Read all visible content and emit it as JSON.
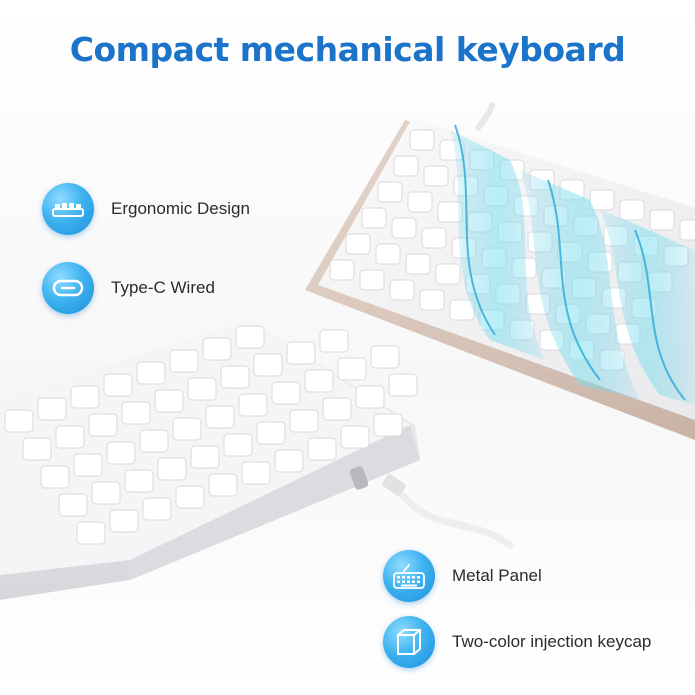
{
  "title": "Compact mechanical keyboard",
  "features": [
    {
      "label": "Ergonomic Design",
      "icon": "keyboard-side-icon"
    },
    {
      "label": "Type-C Wired",
      "icon": "usb-c-port-icon"
    },
    {
      "label": "Metal Panel",
      "icon": "keyboard-cable-icon"
    },
    {
      "label": "Two-color injection keycap",
      "icon": "keycap-icon"
    }
  ],
  "colors": {
    "title": "#1b74c9",
    "badge": "#3fb3f0",
    "highlight": "#7fe0ee"
  }
}
